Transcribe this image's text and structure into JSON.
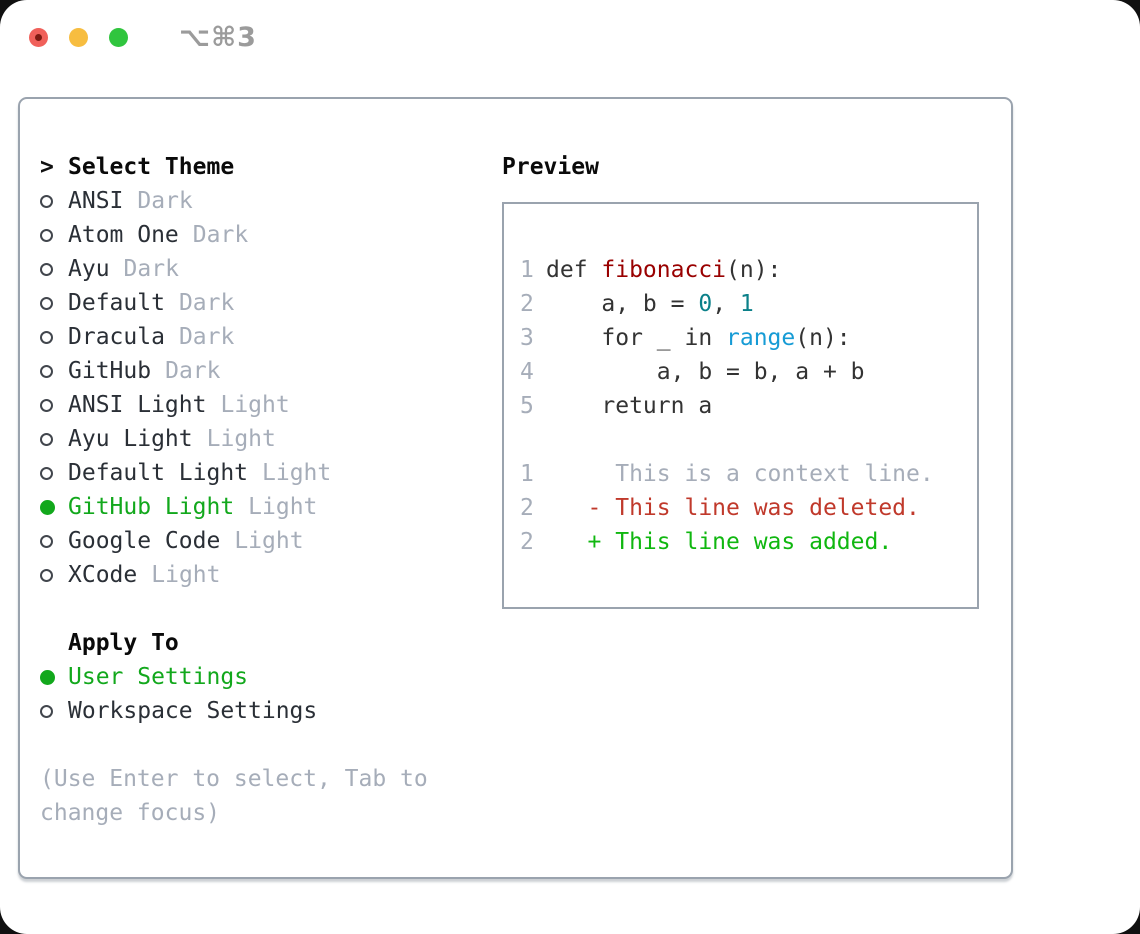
{
  "window": {
    "title": "⌥⌘3"
  },
  "left": {
    "heading_prefix": ">",
    "heading": "Select Theme",
    "themes": [
      {
        "name": "ANSI",
        "tag": "Dark",
        "selected": false
      },
      {
        "name": "Atom One",
        "tag": "Dark",
        "selected": false
      },
      {
        "name": "Ayu",
        "tag": "Dark",
        "selected": false
      },
      {
        "name": "Default",
        "tag": "Dark",
        "selected": false
      },
      {
        "name": "Dracula",
        "tag": "Dark",
        "selected": false
      },
      {
        "name": "GitHub",
        "tag": "Dark",
        "selected": false
      },
      {
        "name": "ANSI Light",
        "tag": "Light",
        "selected": false
      },
      {
        "name": "Ayu Light",
        "tag": "Light",
        "selected": false
      },
      {
        "name": "Default Light",
        "tag": "Light",
        "selected": false
      },
      {
        "name": "GitHub Light",
        "tag": "Light",
        "selected": true
      },
      {
        "name": "Google Code",
        "tag": "Light",
        "selected": false
      },
      {
        "name": "XCode",
        "tag": "Light",
        "selected": false
      }
    ],
    "apply_heading": "Apply To",
    "apply_options": [
      {
        "name": "User Settings",
        "selected": true
      },
      {
        "name": "Workspace Settings",
        "selected": false
      }
    ],
    "hint": "(Use Enter to select, Tab to change focus)"
  },
  "preview": {
    "heading": "Preview",
    "lines": [
      {
        "n": "1",
        "segs": [
          {
            "t": "def ",
            "c": "plain"
          },
          {
            "t": "fibonacci",
            "c": "fn"
          },
          {
            "t": "(n):",
            "c": "plain"
          }
        ]
      },
      {
        "n": "2",
        "segs": [
          {
            "t": "    a, b = ",
            "c": "plain"
          },
          {
            "t": "0",
            "c": "num"
          },
          {
            "t": ", ",
            "c": "plain"
          },
          {
            "t": "1",
            "c": "num"
          }
        ]
      },
      {
        "n": "3",
        "segs": [
          {
            "t": "    for _ in ",
            "c": "plain"
          },
          {
            "t": "range",
            "c": "builtin"
          },
          {
            "t": "(n):",
            "c": "plain"
          }
        ]
      },
      {
        "n": "4",
        "segs": [
          {
            "t": "        a, b = b, a + b",
            "c": "plain"
          }
        ]
      },
      {
        "n": "5",
        "segs": [
          {
            "t": "    return a",
            "c": "plain"
          }
        ]
      },
      {
        "n": "",
        "segs": []
      },
      {
        "n": "1",
        "segs": [
          {
            "t": "     This is a context line.",
            "c": "ctx"
          }
        ]
      },
      {
        "n": "2",
        "segs": [
          {
            "t": "   - This line was deleted.",
            "c": "del"
          }
        ]
      },
      {
        "n": "2",
        "segs": [
          {
            "t": "   + This line was added.",
            "c": "add"
          }
        ]
      }
    ]
  },
  "colors": {
    "accent_green": "#12a81c",
    "added_green": "#10b710",
    "deleted_red": "#c0392b",
    "fn_red": "#990000",
    "num_teal": "#0b8089",
    "builtin_blue": "#169bd5",
    "text_dark": "#2a2f36",
    "code_dark": "#333333",
    "muted_gray": "#a6adb9",
    "ring_gray": "#42464d",
    "border_gray": "#9aa3ae",
    "title_gray": "#9b9b9b",
    "tl_red": "#f0605a",
    "tl_red_core": "#7d1a12",
    "tl_yellow": "#f7bd40",
    "tl_green": "#30c53e"
  }
}
